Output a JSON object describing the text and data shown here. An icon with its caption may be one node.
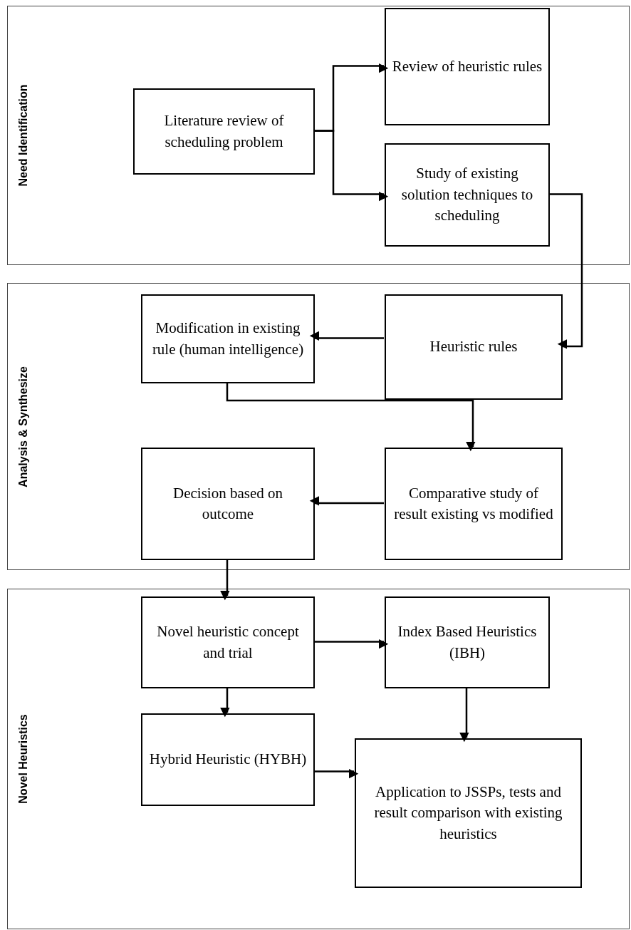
{
  "diagram": {
    "nodes": [
      {
        "text": [
          "Need Identification"
        ]
      },
      {
        "text": [
          "Literature review of scheduling problem"
        ],
        "in": 0
      },
      {
        "text": [
          "Review of heuristic rules"
        ],
        "in": 0
      },
      {
        "text": [
          "Study of existing solution techniques to scheduling"
        ],
        "in": 0
      },
      {
        "text": [
          "Analysis & Synthesize"
        ]
      },
      {
        "text": [
          "Modification in existing rule (human intelligence)"
        ],
        "in": 4
      },
      {
        "text": [
          "Heuristic rules"
        ],
        "in": 4
      },
      {
        "text": [
          "Comparative study of result existing vs  modified"
        ],
        "in": 4
      },
      {
        "text": [
          "Decision based on outcome"
        ],
        "in": 4
      },
      {
        "text": [
          "Novel Heuristics"
        ]
      },
      {
        "text": [
          "Novel heuristic concept and trial"
        ],
        "in": 9
      },
      {
        "text": [
          "Index Based Heuristics (IBH)"
        ],
        "in": 9
      },
      {
        "text": [
          "Hybrid Heuristic (HYBH)"
        ],
        "in": 9
      },
      {
        "text": [
          "Application to JSSPs, tests and result comparison with existing heuristics"
        ],
        "in": 9
      }
    ],
    "edges": [
      {
        "from": 1,
        "to": 2,
        "arrow": "to"
      },
      {
        "from": 1,
        "to": 3,
        "arrow": "to"
      },
      {
        "from": 3,
        "to": 6,
        "arrow": "to"
      },
      {
        "from": 6,
        "to": 5,
        "arrow": "to"
      },
      {
        "from": 5,
        "to": 7,
        "arrow": "to"
      },
      {
        "from": 7,
        "to": 8,
        "arrow": "to"
      },
      {
        "from": 8,
        "to": 10,
        "arrow": "to"
      },
      {
        "from": 10,
        "to": 11,
        "arrow": "to"
      },
      {
        "from": 10,
        "to": 12,
        "arrow": "to"
      },
      {
        "from": 11,
        "to": 13,
        "arrow": "to"
      },
      {
        "from": 12,
        "to": 13,
        "arrow": "to"
      }
    ]
  }
}
